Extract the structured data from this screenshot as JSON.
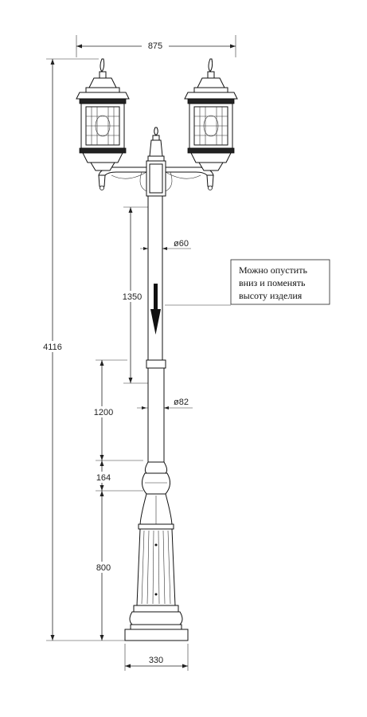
{
  "dimensions": {
    "overall_width": "875",
    "overall_height": "4116",
    "telescopic_section": "1350",
    "upper_pole_diameter": "ø60",
    "middle_section": "1200",
    "lower_pole_diameter": "ø82",
    "collar_section": "164",
    "base_section": "800",
    "base_width": "330"
  },
  "note": {
    "line1": "Можно опустить",
    "line2": "вниз и поменять",
    "line3": "высоту изделия"
  },
  "arrow_color": "#111111"
}
